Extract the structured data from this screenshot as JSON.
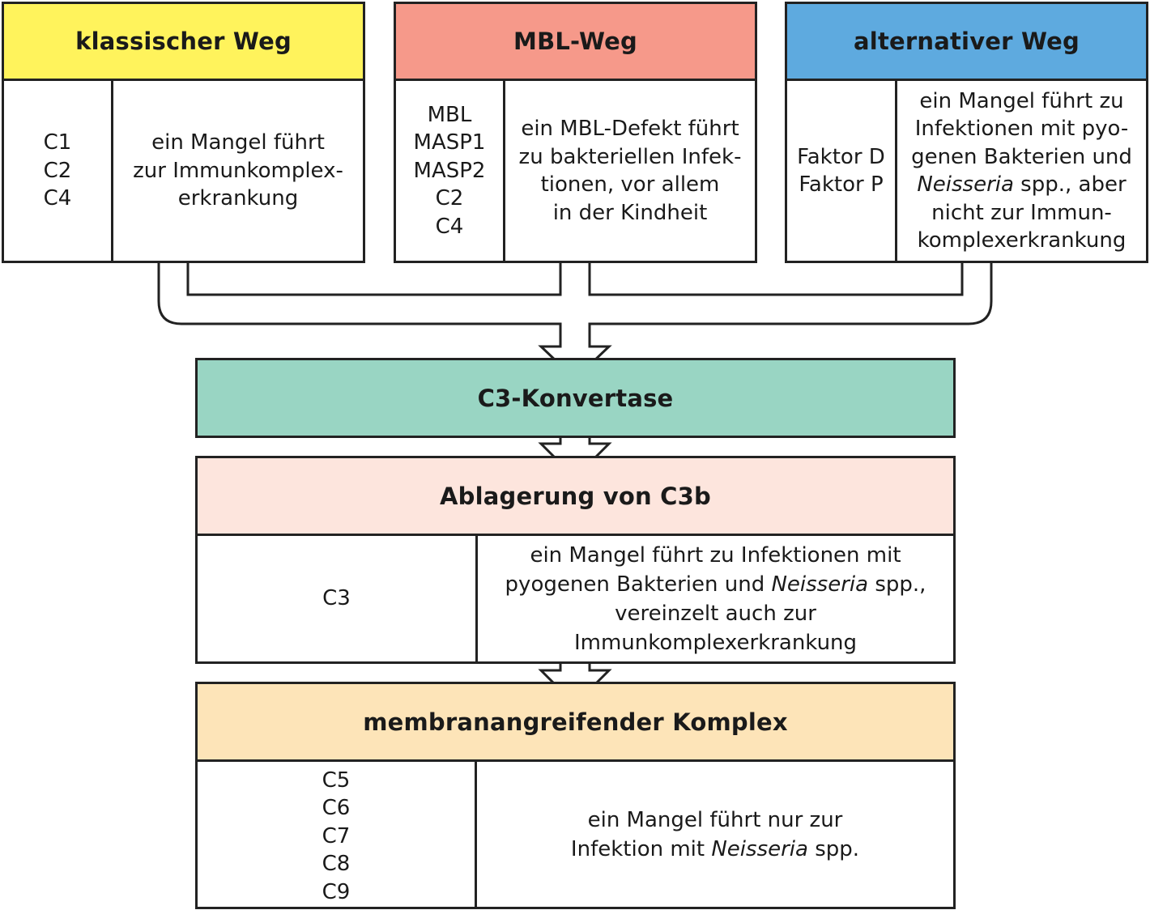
{
  "pathways": [
    {
      "title": "klassischer Weg",
      "components": [
        "C1",
        "C2",
        "C4"
      ],
      "effect": [
        "ein Mangel führt",
        "zur Immunkomplex-",
        "erkrankung"
      ]
    },
    {
      "title": "MBL-Weg",
      "components": [
        "MBL",
        "MASP1",
        "MASP2",
        "C2",
        "C4"
      ],
      "effect": [
        "ein MBL-Defekt führt",
        "zu bakteriellen Infek-",
        "tionen, vor allem",
        "in der Kindheit"
      ]
    },
    {
      "title": "alternativer Weg",
      "components": [
        "Faktor D",
        "Faktor P"
      ],
      "effect_lines": [
        "ein Mangel führt zu",
        "Infektionen mit pyo-",
        "genen Bakterien und"
      ],
      "effect_italic": "Neisseria",
      "effect_after_italic": " spp., aber",
      "effect_tail": [
        "nicht zur Immun-",
        "komplexerkrankung"
      ]
    }
  ],
  "convertase": {
    "title": "C3-Konvertase"
  },
  "c3b": {
    "title": "Ablagerung von C3b",
    "component": "C3",
    "effect_line1": "ein Mangel führt zu Infektionen mit",
    "effect_line2_pre": "pyogenen Bakterien und ",
    "effect_italic": "Neisseria",
    "effect_line2_post": " spp.,",
    "effect_line3": "vereinzelt auch zur Immunkomplexerkrankung"
  },
  "mac": {
    "title": "membranangreifender Komplex",
    "components": [
      "C5",
      "C6",
      "C7",
      "C8",
      "C9"
    ],
    "effect_line1": "ein Mangel führt nur zur",
    "effect_line2_pre": "Infektion mit ",
    "effect_italic": "Neisseria",
    "effect_line2_post": " spp."
  },
  "colors": {
    "classical": "#fff35c",
    "mbl": "#f6998a",
    "alternative": "#5eaadf",
    "convertase": "#99d5c3",
    "c3b": "#fde5dd",
    "mac": "#fde4b8"
  }
}
